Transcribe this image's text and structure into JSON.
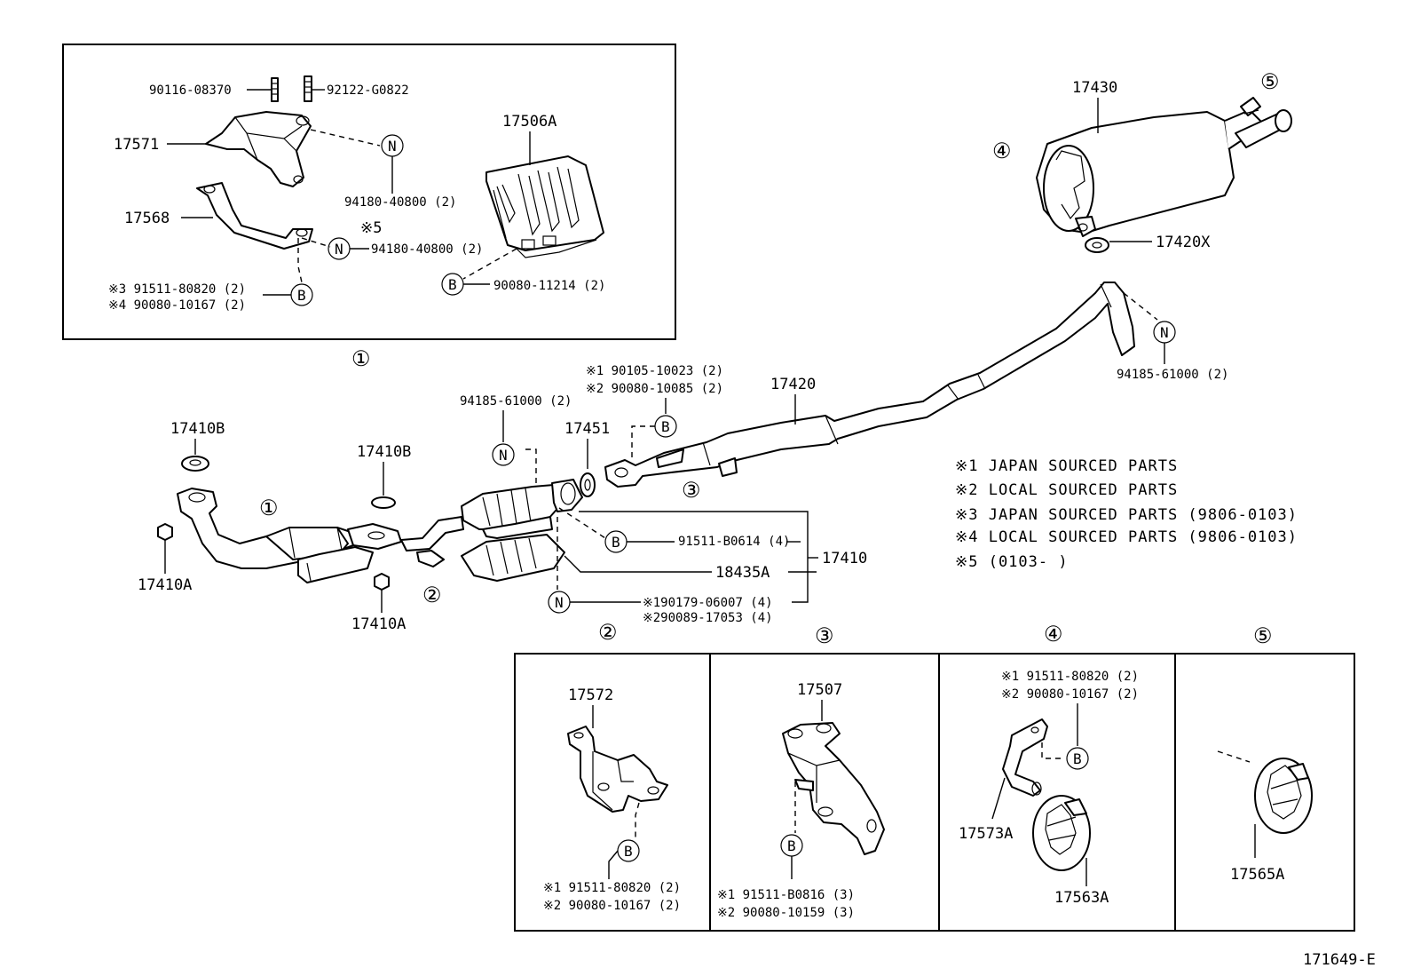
{
  "diagram_id": "171649-E",
  "inset1": {
    "bolt_a": "90116-08370",
    "bolt_b": "92122-G0822",
    "bracket_upper": "17571",
    "bracket_lower": "17568",
    "heat_insulator": "17506A",
    "nut_upper": "94180-40800 (2)",
    "note5_mark": "※5",
    "nut_lower": "94180-40800 (2)",
    "note3_bolt": "※3 91511-80820 (2)",
    "note4_bolt": "※4 90080-10167 (2)",
    "bolt_insulator": "90080-11214 (2)",
    "callout": "①"
  },
  "main": {
    "gasket_left": "17410B",
    "gasket_mid": "17410B",
    "nut_left": "17410A",
    "nut_mid": "17410A",
    "callout1": "①",
    "callout2": "②",
    "callout3": "③",
    "callout4": "④",
    "callout5": "⑤",
    "nut_cat": "94185-61000 (2)",
    "gasket_cat": "17451",
    "note1_bolt": "※1 90105-10023 (2)",
    "note2_bolt": "※2 90080-10085 (2)",
    "center_pipe": "17420",
    "tail_pipe": "17430",
    "gasket_tail": "17420X",
    "nut_tail": "94185-61000 (2)",
    "bolt_cat": "91511-B0614 (4)",
    "insulator_cat": "18435A",
    "front_pipe_assy": "17410",
    "note1_stud": "※190179-06007 (4)",
    "note2_stud": "※290089-17053 (4)"
  },
  "notes": [
    "※1  JAPAN  SOURCED  PARTS",
    "※2  LOCAL  SOURCED  PARTS",
    "※3  JAPAN  SOURCED  PARTS   (9806-0103)",
    "※4  LOCAL  SOURCED  PARTS   (9806-0103)",
    "※5  (0103-        )"
  ],
  "detail2": {
    "callout": "②",
    "bracket": "17572",
    "bolt1": "※1 91511-80820 (2)",
    "bolt2": "※2 90080-10167 (2)"
  },
  "detail3": {
    "callout": "③",
    "support": "17507",
    "bolt1": "※1 91511-B0816 (3)",
    "bolt2": "※2 90080-10159 (3)"
  },
  "detail4": {
    "callout": "④",
    "bolt1": "※1 91511-80820 (2)",
    "bolt2": "※2 90080-10167 (2)",
    "bracket": "17573A",
    "cushion": "17563A"
  },
  "detail5": {
    "callout": "⑤",
    "cushion": "17565A"
  },
  "symbols": {
    "nut": "N",
    "bolt": "B"
  }
}
